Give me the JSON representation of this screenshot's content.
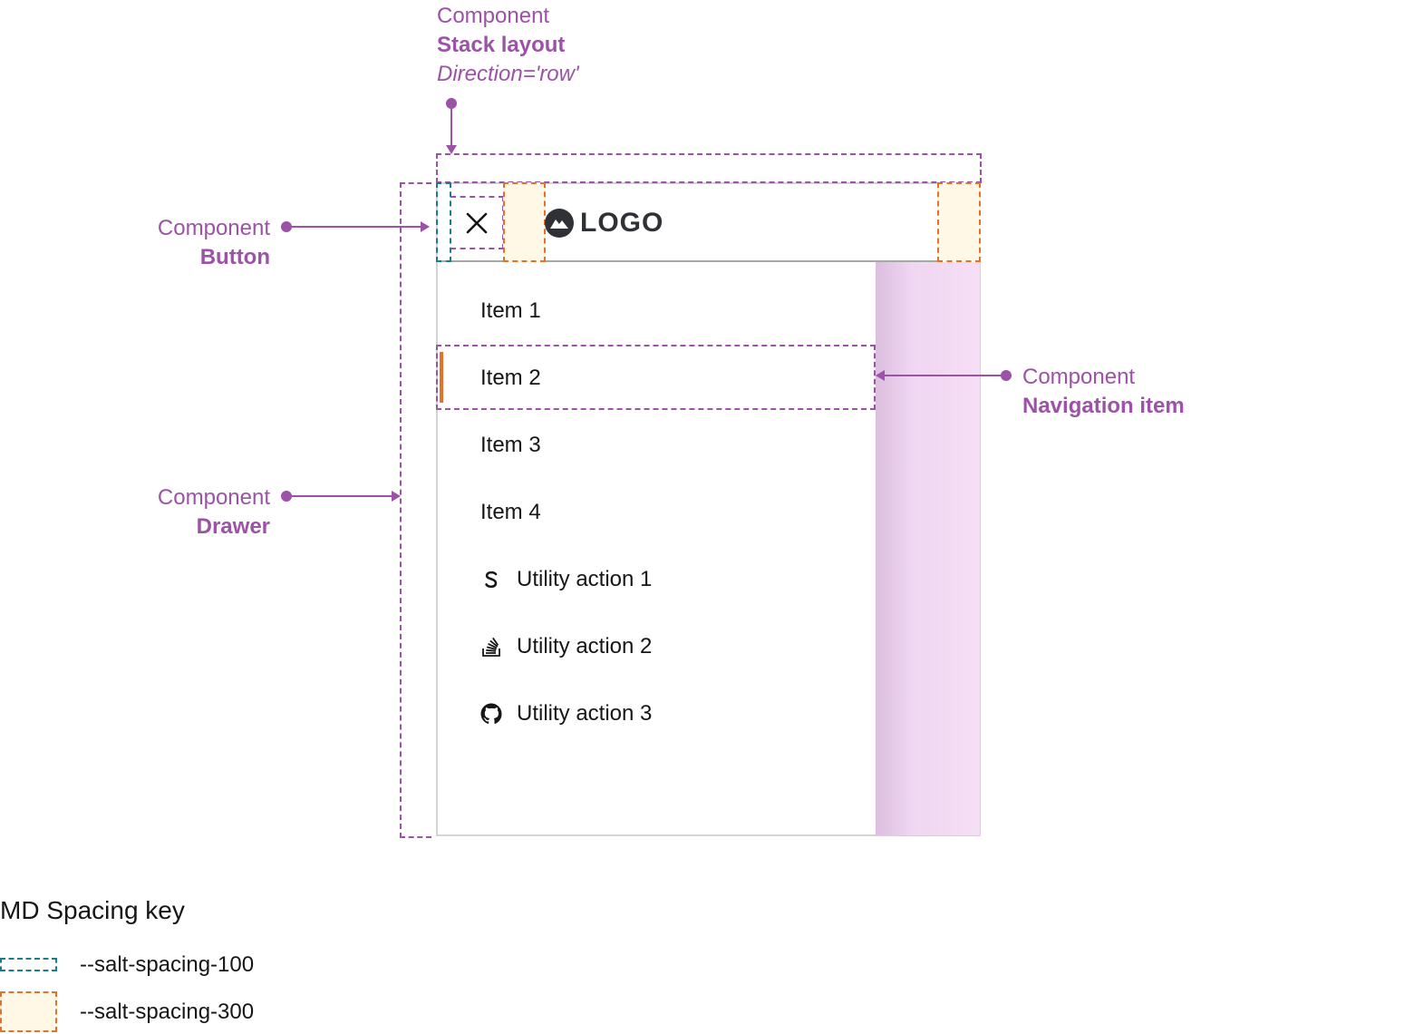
{
  "annotations": {
    "stack": {
      "sub": "Component",
      "main": "Stack layout",
      "detail": "Direction='row'"
    },
    "button": {
      "sub": "Component",
      "main": "Button"
    },
    "drawer": {
      "sub": "Component",
      "main": "Drawer"
    },
    "nav_item": {
      "sub": "Component",
      "main": "Navigation item"
    }
  },
  "header": {
    "close_icon": "close-icon",
    "logo_icon": "logo-mountain-icon",
    "logo_text": "LOGO"
  },
  "nav": {
    "items": [
      {
        "label": "Item 1"
      },
      {
        "label": "Item 2",
        "active": true
      },
      {
        "label": "Item 3"
      },
      {
        "label": "Item 4"
      }
    ],
    "utilities": [
      {
        "label": "Utility action 1",
        "icon": "salt-s-icon"
      },
      {
        "label": "Utility action 2",
        "icon": "stack-overflow-icon"
      },
      {
        "label": "Utility action 3",
        "icon": "github-icon"
      }
    ]
  },
  "legend": {
    "title": "MD Spacing key",
    "entries": [
      {
        "label": "--salt-spacing-100"
      },
      {
        "label": "--salt-spacing-300"
      }
    ]
  },
  "colors": {
    "annotation": "#9c52a6",
    "spacing_100": "#1b7c8c",
    "spacing_300_border": "#e3712a",
    "spacing_300_fill": "#fff8e6",
    "active_indicator": "#e3712a",
    "overlay": "#f6dff6"
  }
}
